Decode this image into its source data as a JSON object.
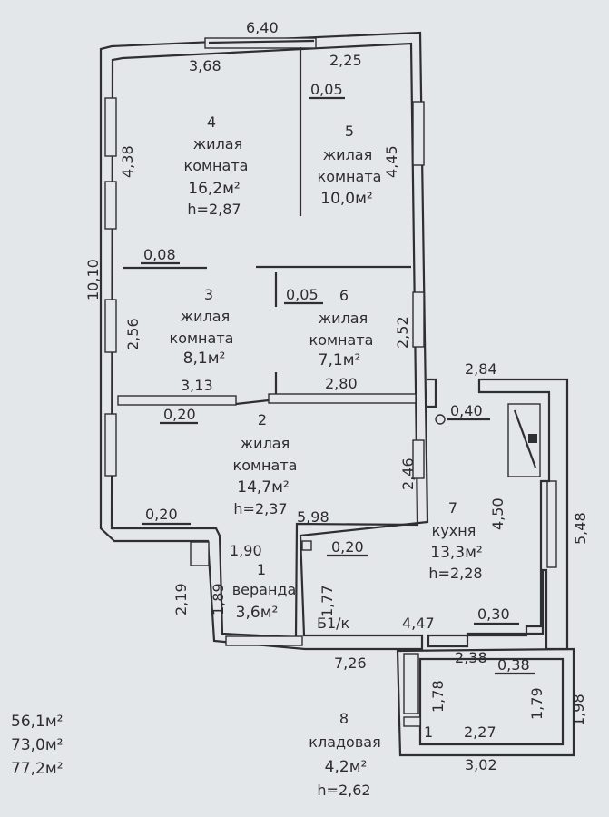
{
  "plan": {
    "rooms": [
      {
        "number": "4",
        "name_line1": "жилая",
        "name_line2": "комната",
        "area": "16,2м²",
        "height": "h=2,87"
      },
      {
        "number": "5",
        "name_line1": "жилая",
        "name_line2": "комната",
        "area": "10,0м²",
        "height": ""
      },
      {
        "number": "3",
        "name_line1": "жилая",
        "name_line2": "комната",
        "area": "8,1м²",
        "height": ""
      },
      {
        "number": "6",
        "name_line1": "жилая",
        "name_line2": "комната",
        "area": "7,1м²",
        "height": ""
      },
      {
        "number": "2",
        "name_line1": "жилая",
        "name_line2": "комната",
        "area": "14,7м²",
        "height": "h=2,37"
      },
      {
        "number": "1",
        "name_line1": "веранда",
        "name_line2": "",
        "area": "3,6м²",
        "height": ""
      },
      {
        "number": "7",
        "name_line1": "кухня",
        "name_line2": "",
        "area": "13,3м²",
        "height": "h=2,28"
      },
      {
        "number": "8",
        "name_line1": "кладовая",
        "name_line2": "",
        "area": "4,2м²",
        "height": "h=2,62"
      }
    ],
    "dimensions": {
      "top_overall": "6,40",
      "room4_width": "3,68",
      "room5_width": "2,25",
      "partition_4_5": "0,05",
      "left_room4": "4,38",
      "right_room5": "4,45",
      "partition_4_3": "0,08",
      "left_overall": "10,10",
      "partition_3_6": "0,05",
      "left_room3": "2,56",
      "right_room6": "2,52",
      "room3_width": "3,13",
      "room6_width": "2,80",
      "partition_3_2": "0,20",
      "right_room2": "2,46",
      "bottom_room2_wall": "0,20",
      "bottom_room2": "5,98",
      "veranda_wall": "0,20",
      "veranda_width": "1,90",
      "veranda_left_outer": "2,19",
      "veranda_left_inner": "1,89",
      "veranda_right": "1,77",
      "b1k": "Б1/к",
      "kitchen_top": "2,84",
      "kitchen_wall_top": "0,40",
      "kitchen_left": "4,50",
      "kitchen_right": "5,48",
      "kitchen_bottom": "4,47",
      "kitchen_wall_bottom": "0,30",
      "veranda_bottom": "7,26",
      "storage_width_top": "2,38",
      "storage_wall": "0,38",
      "storage_left": "1,78",
      "storage_inner_right": "1,79",
      "storage_right": "1,98",
      "storage_inner_bottom": "2,27",
      "storage_bottom": "3,02",
      "storage_door": "1"
    },
    "totals": [
      "56,1м²",
      "73,0м²",
      "77,2м²"
    ]
  }
}
